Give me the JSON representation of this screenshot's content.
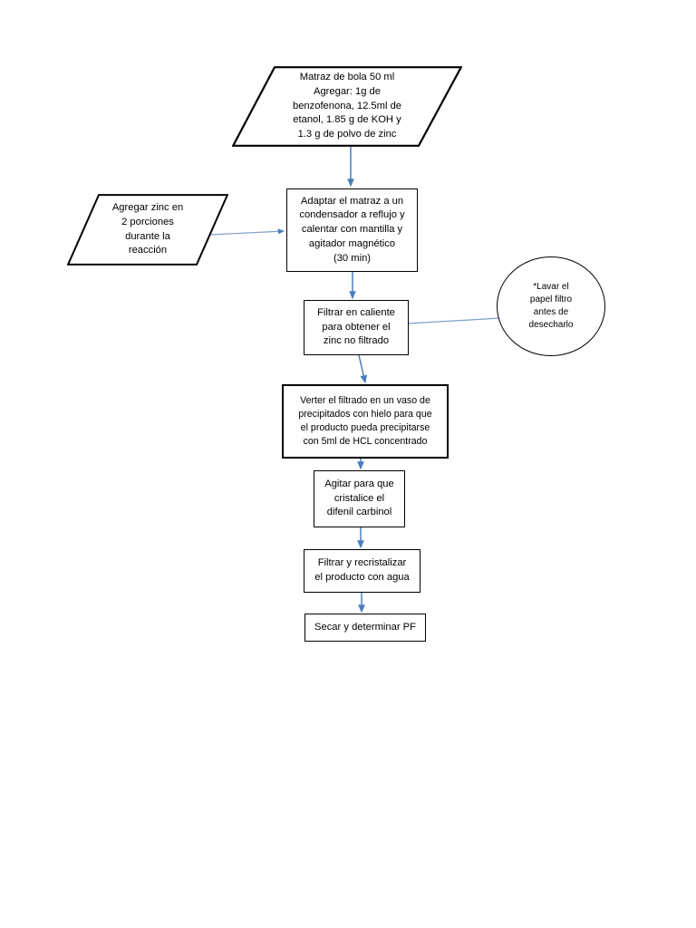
{
  "document": {
    "kind": "flowchart",
    "title": "Diagrama de flujo - sintesis de difenil carbinol",
    "page_background": "#ffffff",
    "shape_outline_color": "#000000",
    "connector_color": "#4a7ebb",
    "text_color": "#000000"
  },
  "nodes": {
    "start_materials": {
      "shape": "parallelogram",
      "text": "Matraz de bola 50 ml\nAgregar:  1g de\nbenzofenona, 12.5ml de\netanol, 1.85 g de KOH y\n1.3 g de polvo de zinc"
    },
    "add_zinc_note": {
      "shape": "parallelogram",
      "text": "Agregar zinc en\n2 porciones\ndurante la\nreacción"
    },
    "reflux_setup": {
      "shape": "rectangle",
      "text": "Adaptar el matraz a un\ncondensador a reflujo y\ncalentar con mantilla y\nagitador magnético\n(30 min)"
    },
    "hot_filtration": {
      "shape": "rectangle",
      "text": "Filtrar en caliente\npara obtener el\nzinc no filtrado"
    },
    "wash_filter_note": {
      "shape": "circle",
      "text": "*Lavar el\npapel filtro\nantes de\ndesecharlo"
    },
    "pour_filtrate": {
      "shape": "rectangle",
      "text": "Verter el filtrado en un vaso de\nprecipitados con hielo para que\nel producto pueda precipitarse\ncon 5ml de HCL concentrado"
    },
    "stir_crystallize": {
      "shape": "rectangle",
      "text": "Agitar para que\ncristalice el\ndifenil carbinol"
    },
    "filter_recrystallize": {
      "shape": "rectangle",
      "text": "Filtrar y recristalizar\nel producto con agua"
    },
    "dry_determine_pf": {
      "shape": "rectangle",
      "text": "Secar y determinar PF"
    }
  },
  "connectors": [
    {
      "id": "start-to-reflux",
      "from": "start_materials",
      "to": "reflux_setup",
      "arrow": true
    },
    {
      "id": "zincnote-to-reflux",
      "from": "add_zinc_note",
      "to": "reflux_setup",
      "arrow": true
    },
    {
      "id": "reflux-to-filtration",
      "from": "reflux_setup",
      "to": "hot_filtration",
      "arrow": true
    },
    {
      "id": "filtration-to-washnote",
      "from": "hot_filtration",
      "to": "wash_filter_note",
      "arrow": false
    },
    {
      "id": "filtration-to-pour",
      "from": "hot_filtration",
      "to": "pour_filtrate",
      "arrow": true
    },
    {
      "id": "pour-to-stir",
      "from": "pour_filtrate",
      "to": "stir_crystallize",
      "arrow": true
    },
    {
      "id": "stir-to-filter",
      "from": "stir_crystallize",
      "to": "filter_recrystallize",
      "arrow": true
    },
    {
      "id": "filter-to-dry",
      "from": "filter_recrystallize",
      "to": "dry_determine_pf",
      "arrow": true
    }
  ]
}
